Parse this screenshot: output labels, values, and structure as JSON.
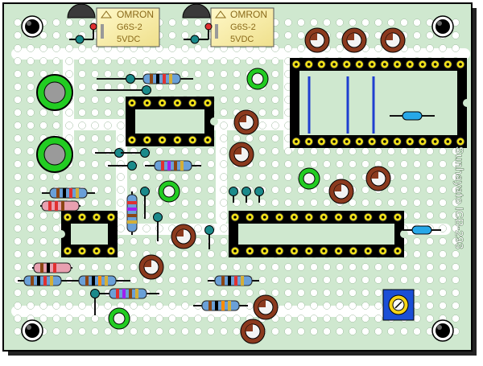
{
  "board": {
    "maker": "Sunhayato",
    "model": "ICB-293",
    "maker_model": "Sunhayato ICB-293",
    "colors": {
      "board": "#cfe8cf",
      "pad": "#ffffff",
      "rail": "#ffffff",
      "outline": "#000000",
      "relay_body": "#f5e9a8",
      "socket_pin": "#f2e21a",
      "cap_brown": "#8b3a1e",
      "led_green": "#22cc22",
      "trimmer_blue": "#1b4fd6",
      "transistor": "#3a3a3a",
      "jumper": "#1f3fd0"
    }
  },
  "relays": [
    {
      "brand": "OMRON",
      "model": "G6S-2",
      "voltage": "5VDC"
    },
    {
      "brand": "OMRON",
      "model": "G6S-2",
      "voltage": "5VDC"
    }
  ],
  "components": {
    "mounting_holes": [
      "top-left",
      "top-right",
      "bottom-left",
      "bottom-right"
    ],
    "ic_sockets": [
      "socket-8pin-upper",
      "socket-8pin-lower",
      "socket-16pin",
      "socket-28pin"
    ],
    "large_rings": 2,
    "electrolytic_caps": 11,
    "green_rings": 4,
    "transistors": 2,
    "trimmer": "blue-trimmer-icon"
  }
}
